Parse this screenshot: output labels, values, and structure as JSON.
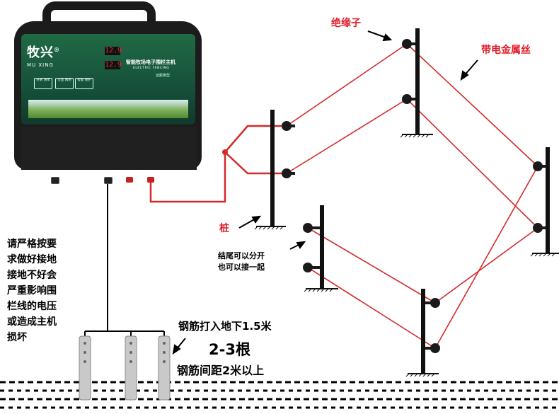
{
  "device": {
    "brand": "牧兴",
    "brand_reg": "®",
    "brand_sub": "MU XING",
    "display_1": "12.9",
    "display_2": "12.9",
    "model_cn": "智能牧场电子围栏主机",
    "model_en": "ELECTRIC FENCING",
    "model_type": "远距离型",
    "btn_1": "开关 防水",
    "btn_2": "交直 两用",
    "btn_3": "智能 保护"
  },
  "labels": {
    "insulator": "绝缘子",
    "live_wire": "带电金属丝",
    "post": "桩",
    "end_note_line1": "结尾可以分开",
    "end_note_line2": "也可以接一起"
  },
  "warning_lines": [
    "请严格按要",
    "求做好接地",
    "接地不好会",
    "严重影响围",
    "栏线的电压",
    "或造成主机",
    "损坏"
  ],
  "rebar": {
    "depth": "钢筋打入地下1.5米",
    "count": "2-3根",
    "spacing": "钢筋间距2米以上"
  },
  "colors": {
    "wire": "#d42a2a",
    "ground": "#000000",
    "label_red": "#e0202a"
  }
}
